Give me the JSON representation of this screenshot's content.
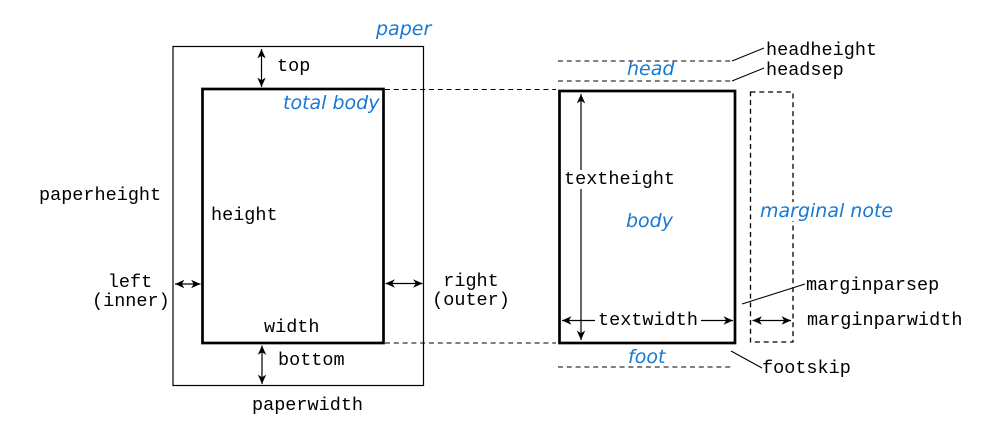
{
  "figure": {
    "accent_blue": "#1978d2",
    "line_color": "#000000",
    "left_diagram": {
      "paper": "paper",
      "total_body": "total body",
      "top": "top",
      "height": "height",
      "paperheight": "paperheight",
      "left": "left",
      "left_sub": "(inner)",
      "right": "right",
      "right_sub": "(outer)",
      "width": "width",
      "bottom": "bottom",
      "paperwidth": "paperwidth"
    },
    "right_diagram": {
      "headheight": "headheight",
      "headsep": "headsep",
      "head": "head",
      "textheight": "textheight",
      "body": "body",
      "marginal_note": "marginal note",
      "marginparsep": "marginparsep",
      "marginparwidth": "marginparwidth",
      "textwidth": "textwidth",
      "foot": "foot",
      "footskip": "footskip"
    }
  }
}
